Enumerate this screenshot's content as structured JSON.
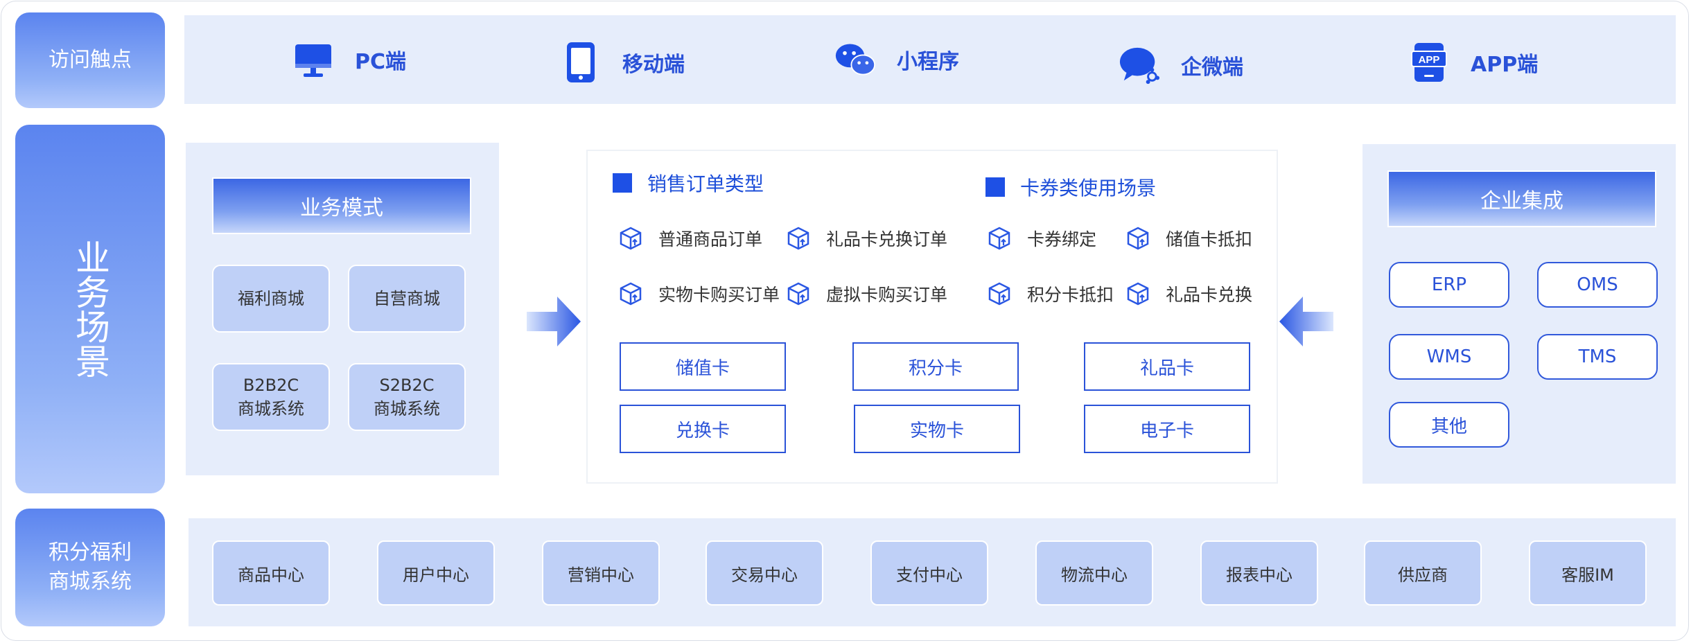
{
  "rows": {
    "access_label": "访问触点",
    "business_label": "业务场景",
    "system_label_line1": "积分福利",
    "system_label_line2": "商城系统"
  },
  "touchpoints": [
    {
      "label": "PC端",
      "icon": "desktop-monitor-icon"
    },
    {
      "label": "移动端",
      "icon": "mobile-phone-icon"
    },
    {
      "label": "小程序",
      "icon": "wechat-icon"
    },
    {
      "label": "企微端",
      "icon": "wecom-icon"
    },
    {
      "label": "APP端",
      "icon": "app-icon"
    }
  ],
  "business_mode": {
    "title": "业务模式",
    "tiles": [
      {
        "line1": "福利商城",
        "line2": ""
      },
      {
        "line1": "自营商城",
        "line2": ""
      },
      {
        "line1": "B2B2C",
        "line2": "商城系统"
      },
      {
        "line1": "S2B2C",
        "line2": "商城系统"
      }
    ]
  },
  "orders": {
    "title": "销售订单类型",
    "items": [
      "普通商品订单",
      "礼品卡兑换订单",
      "实物卡购买订单",
      "虚拟卡购买订单"
    ]
  },
  "card_scenes": {
    "title": "卡券类使用场景",
    "items": [
      "卡券绑定",
      "储值卡抵扣",
      "积分卡抵扣",
      "礼品卡兑换"
    ]
  },
  "card_types": [
    "储值卡",
    "积分卡",
    "礼品卡",
    "兑换卡",
    "实物卡",
    "电子卡"
  ],
  "enterprise": {
    "title": "企业集成",
    "items": [
      "ERP",
      "OMS",
      "WMS",
      "TMS",
      "其他"
    ]
  },
  "modules": [
    "商品中心",
    "用户中心",
    "营销中心",
    "交易中心",
    "支付中心",
    "物流中心",
    "报表中心",
    "供应商",
    "客服IM"
  ],
  "colors": {
    "primary": "#1e50e5",
    "panel": "#e6edfb",
    "tile": "#bfd0f7"
  }
}
